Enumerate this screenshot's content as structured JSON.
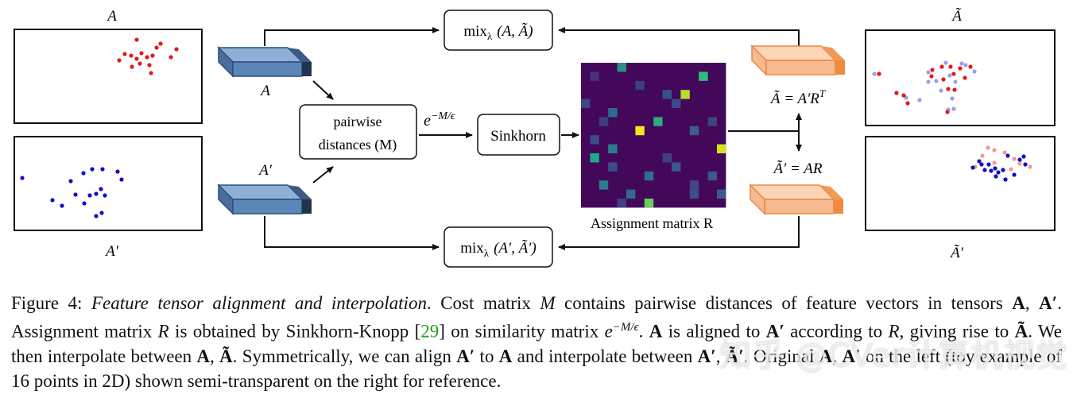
{
  "figure": {
    "panel_A_top": "A",
    "panel_A_bottom": "A′",
    "block_A": "A",
    "block_Aprime": "A′",
    "pairwise_line1": "pairwise",
    "pairwise_line2": "distances (M)",
    "exp_label": "e",
    "exp_sup": "−M/ϵ",
    "sinkhorn": "Sinkhorn",
    "mix_top_pre": "mix",
    "mix_top_sub": "λ",
    "mix_top_args": "(A, Ã)",
    "mix_bottom_pre": "mix",
    "mix_bottom_sub": "λ",
    "mix_bottom_args": "(A′, Ã′)",
    "assignment_label": "Assignment matrix R",
    "atilde_eq": "Ã = A′R",
    "atilde_sup": "T",
    "aprime_eq": "Ã′ = AR",
    "right_top_label": "Ã",
    "right_bottom_label": "Ã′",
    "colors": {
      "blue_block": "#5b87b8",
      "orange_block": "#f7b98f",
      "red_points": "#e01b1b",
      "blue_points": "#1010c0",
      "matrix_bg": "#43085a"
    }
  },
  "caption": {
    "fig_label": "Figure 4:",
    "fig_title": "Feature tensor alignment and interpolation",
    "s1_a": ". Cost matrix ",
    "s1_M": "M",
    "s1_b": " contains pairwise distances of feature vectors in tensors",
    "l2_A": "A",
    "l2_sep": ", ",
    "l2_Ap": "A′",
    "l2_a": ". Assignment matrix ",
    "l2_R": "R",
    "l2_b": " is obtained by Sinkhorn-Knopp [",
    "l2_cite": "29",
    "l2_c": "] on similarity matrix ",
    "l2_e": "e",
    "l2_esup": "−M/ϵ",
    "l2_d": ". ",
    "l2_A2": "A",
    "l2_e2": " is aligned to ",
    "l2_Ap2": "A′",
    "l2_f": " according",
    "l3_a": "to ",
    "l3_R": "R",
    "l3_b": ", giving rise to ",
    "l3_At": "Ã",
    "l3_c": ". We then interpolate between ",
    "l3_A": "A",
    "l3_sep": ", ",
    "l3_At2": "Ã",
    "l3_d": ". Symmetrically, we can align ",
    "l3_Ap": "A′",
    "l3_e": " to ",
    "l3_A2": "A",
    "l3_f": " and interpolate between",
    "l4_Ap": "A′",
    "l4_sep": ", ",
    "l4_Atp": "Ã′",
    "l4_a": ". Original ",
    "l4_A": "A",
    "l4_sep2": ", ",
    "l4_Ap2": "A′",
    "l4_b": " on the left (toy example of 16 points in 2D) shown semi-transparent on the right for reference."
  },
  "watermark": "知乎 @CVer计算机视觉"
}
